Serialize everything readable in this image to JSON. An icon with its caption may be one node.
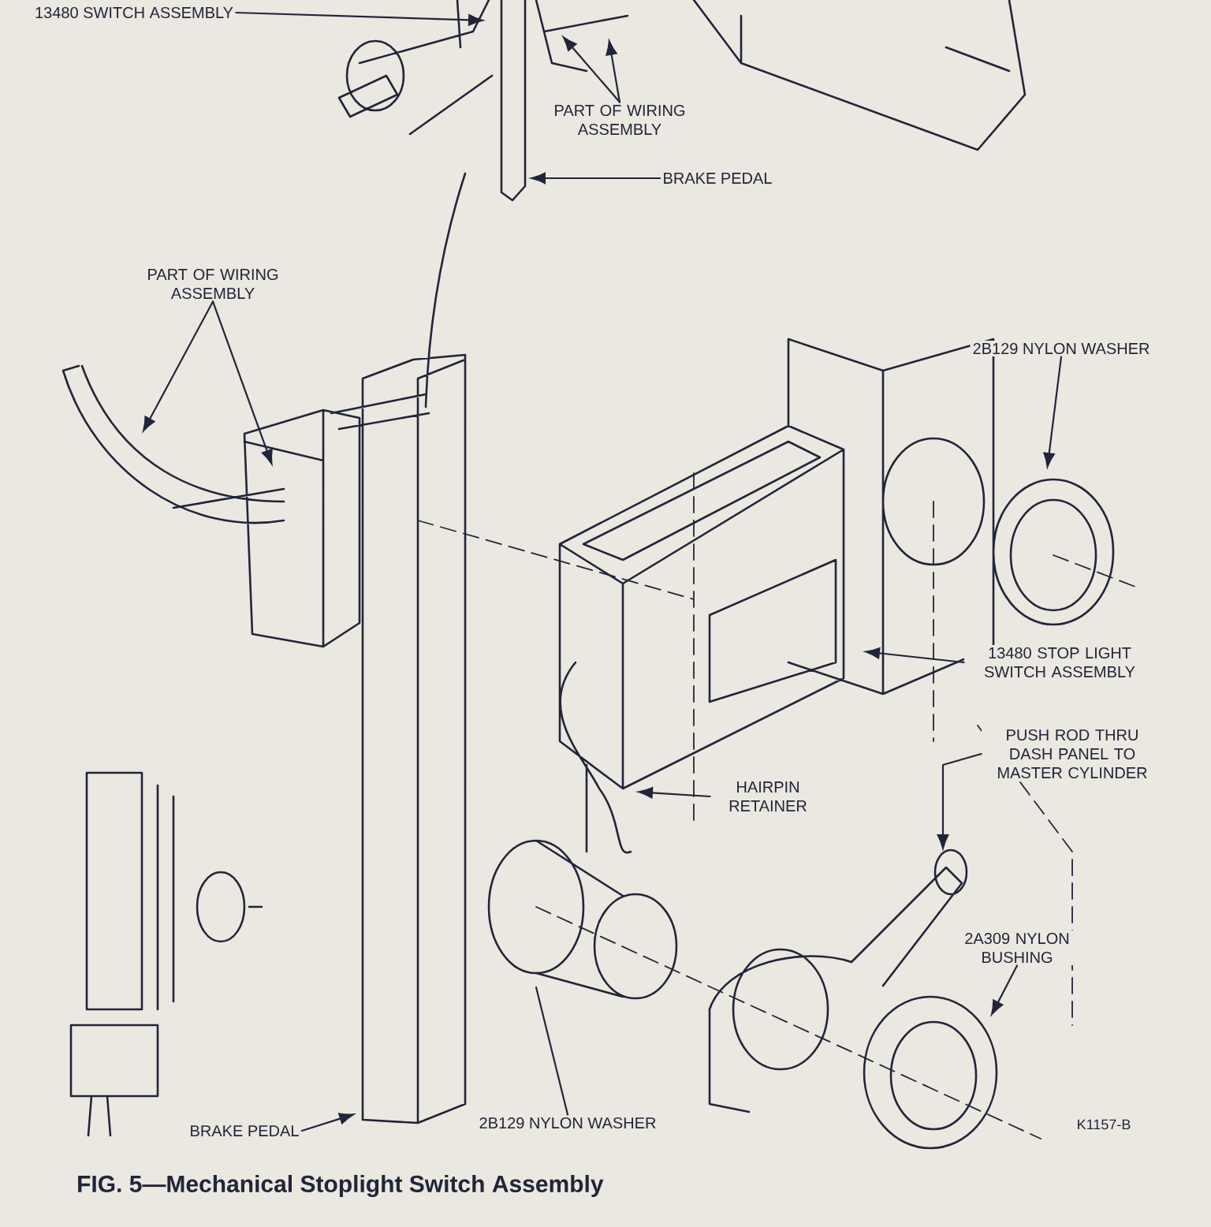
{
  "diagram": {
    "caption": "FIG. 5—Mechanical Stoplight Switch Assembly",
    "nodes": [
      {
        "text": [
          "13480 SWITCH ASSEMBLY"
        ]
      },
      {
        "text": [
          "PART OF WIRING ASSEMBLY"
        ]
      },
      {
        "text": [
          "BRAKE PEDAL"
        ]
      },
      {
        "text": [
          "PART OF WIRING ASSEMBLY"
        ]
      },
      {
        "text": [
          "2B129 NYLON WASHER"
        ]
      },
      {
        "text": [
          "13480 STOP LIGHT SWITCH ASSEMBLY"
        ]
      },
      {
        "text": [
          "PUSH ROD THRU DASH PANEL TO MASTER CYLINDER"
        ]
      },
      {
        "text": [
          "HAIRPIN RETAINER"
        ]
      },
      {
        "text": [
          "2A309 NYLON BUSHING"
        ]
      },
      {
        "text": [
          "BRAKE PEDAL"
        ]
      },
      {
        "text": [
          "2B129 NYLON WASHER"
        ]
      }
    ],
    "edges": [
      {
        "from": 0,
        "to": null,
        "arrow": "to"
      },
      {
        "from": 1,
        "to": null,
        "arrow": "to"
      },
      {
        "from": 1,
        "to": null,
        "arrow": "to"
      },
      {
        "from": 2,
        "to": null,
        "arrow": "to"
      },
      {
        "from": 3,
        "to": null,
        "arrow": "to"
      },
      {
        "from": 3,
        "to": null,
        "arrow": "to"
      },
      {
        "from": 4,
        "to": null,
        "arrow": "to"
      },
      {
        "from": 5,
        "to": null,
        "arrow": "to"
      },
      {
        "from": 6,
        "to": null,
        "arrow": "to"
      },
      {
        "from": 7,
        "to": null,
        "arrow": "to"
      },
      {
        "from": 8,
        "to": null,
        "arrow": "to"
      },
      {
        "from": 9,
        "to": null,
        "arrow": "to"
      },
      {
        "from": 10,
        "to": null,
        "arrow": "none"
      }
    ],
    "labels": [
      "K1157-B"
    ]
  }
}
